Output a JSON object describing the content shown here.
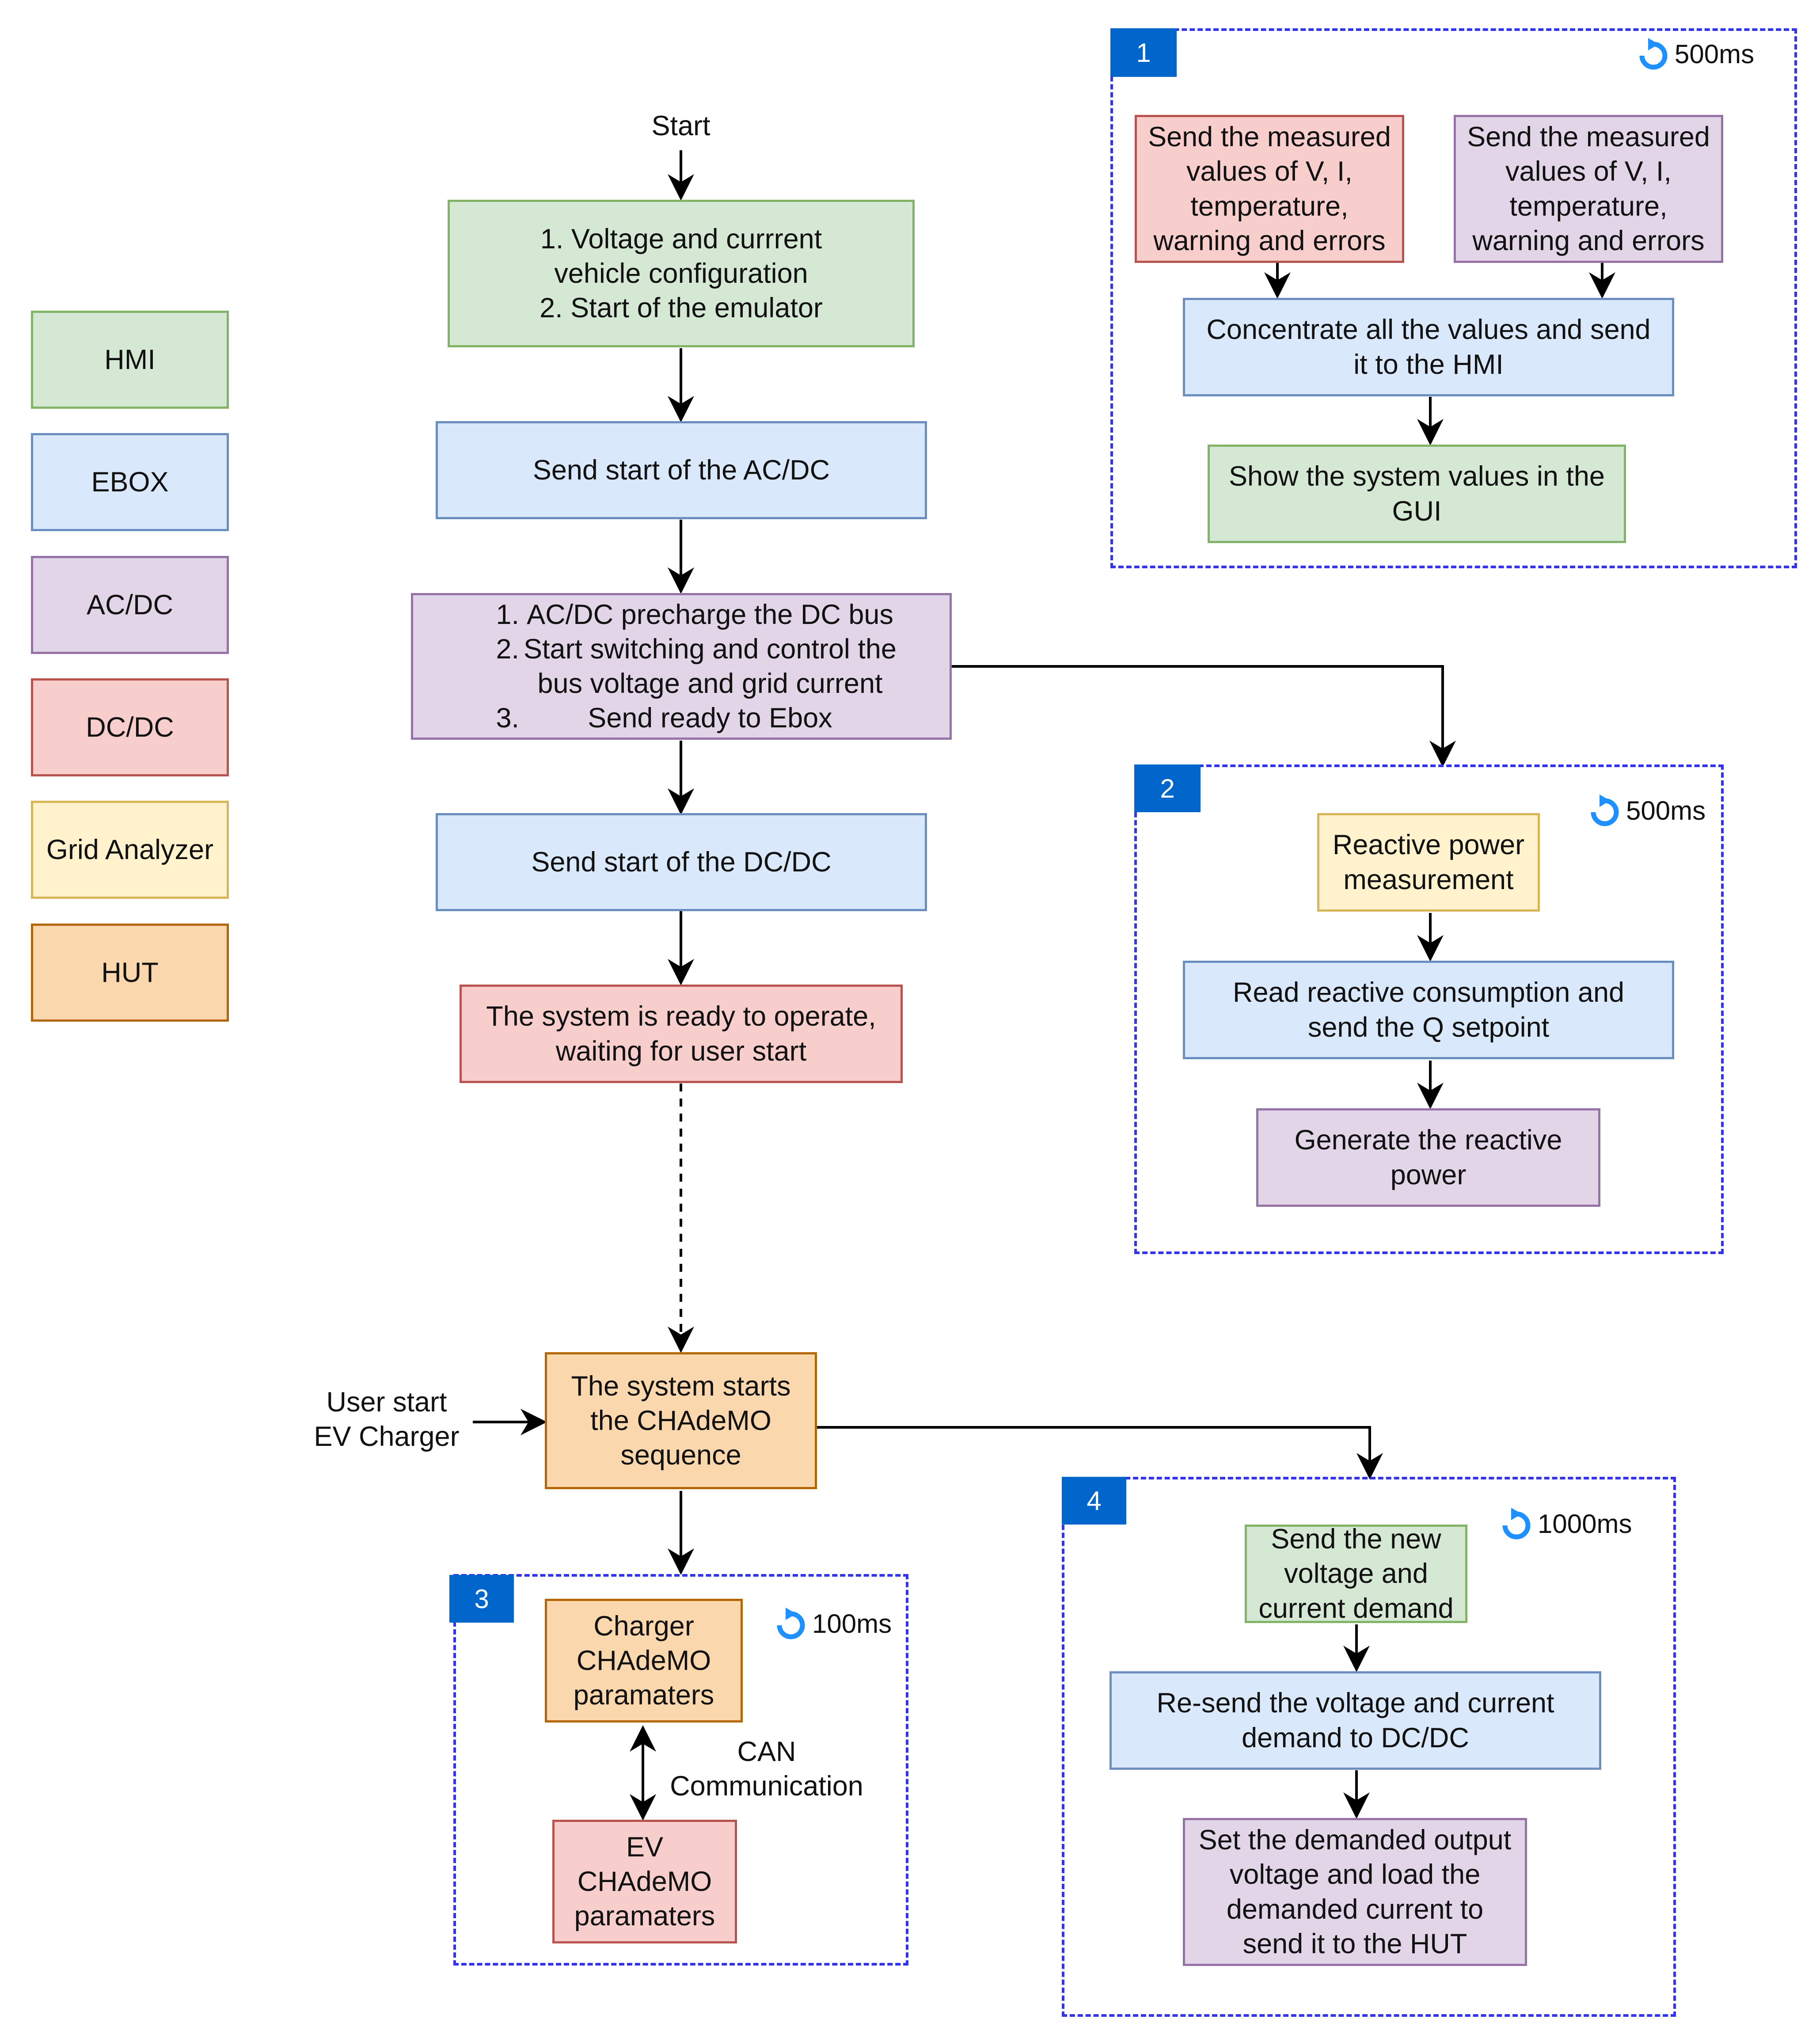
{
  "legend": {
    "hmi": "HMI",
    "ebox": "EBOX",
    "acdc": "AC/DC",
    "dcdc": "DC/DC",
    "grid": "Grid Analyzer",
    "hut": "HUT"
  },
  "flow": {
    "start": "Start",
    "config": [
      "1. Voltage and currrent",
      "vehicle configuration",
      "2. Start of the emulator"
    ],
    "send_acdc": "Send start of the AC/DC",
    "acdc_steps": {
      "n1": "1.",
      "s1": "AC/DC precharge the DC bus",
      "n2": "2.",
      "s2a": "Start switching and control the",
      "s2b": "bus voltage and grid current",
      "n3": "3.",
      "s3": "Send ready to Ebox"
    },
    "send_dcdc": "Send start of the DC/DC",
    "ready": [
      "The system is ready to operate,",
      "waiting for user start"
    ],
    "user_start": [
      "User start",
      "EV Charger"
    ],
    "chademo": [
      "The system starts",
      "the CHAdeMO",
      "sequence"
    ]
  },
  "group1": {
    "badge": "1",
    "period": "500ms",
    "dcdc_send": [
      "Send the measured",
      "values of V, I,",
      "temperature,",
      "warning and errors"
    ],
    "acdc_send": [
      "Send the measured",
      "values of V, I,",
      "temperature,",
      "warning and errors"
    ],
    "concentrate": [
      "Concentrate all the values and send",
      "it to the HMI"
    ],
    "show": [
      "Show the system values in the",
      "GUI"
    ]
  },
  "group2": {
    "badge": "2",
    "period": "500ms",
    "measure": [
      "Reactive power",
      "measurement"
    ],
    "read": [
      "Read reactive consumption and",
      "send the Q setpoint"
    ],
    "generate": [
      "Generate the reactive",
      "power"
    ]
  },
  "group3": {
    "badge": "3",
    "period": "100ms",
    "charger": [
      "Charger",
      "CHAdeMO",
      "paramaters"
    ],
    "can": [
      "CAN",
      "Communication"
    ],
    "ev": [
      "EV",
      "CHAdeMO",
      "paramaters"
    ]
  },
  "group4": {
    "badge": "4",
    "period": "1000ms",
    "send_new": [
      "Send the new",
      "voltage and",
      "current demand"
    ],
    "resend": [
      "Re-send the voltage and current",
      "demand to DC/DC"
    ],
    "set": [
      "Set the demanded output",
      "voltage and load the",
      "demanded current to",
      "send it to the HUT"
    ]
  },
  "colors": {
    "hmi_fill": "#d5e8d4",
    "hmi_stroke": "#82b366",
    "ebox_fill": "#dae8fc",
    "ebox_stroke": "#6c8ebf",
    "acdc_fill": "#e1d5e7",
    "acdc_stroke": "#9673a6",
    "dcdc_fill": "#f8cecc",
    "dcdc_stroke": "#b85450",
    "grid_fill": "#fff2cc",
    "grid_stroke": "#d6b656",
    "hut_fill": "#fad7ac",
    "hut_stroke": "#b46504",
    "group_border": "#3333ee",
    "badge": "#0066cc",
    "timer_icon": "#1e90ff"
  }
}
